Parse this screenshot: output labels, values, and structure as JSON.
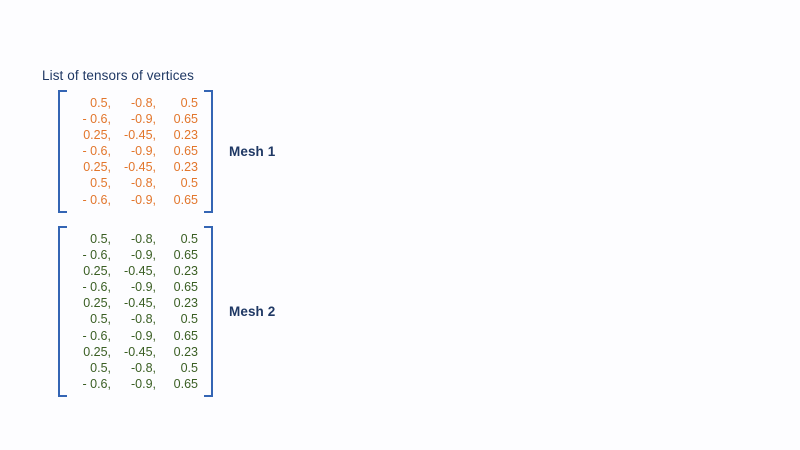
{
  "slide": {
    "title": "List of tensors of vertices",
    "background_color": "#fdfdff",
    "title_color": "#1f3864",
    "bracket_color": "#3465b4",
    "label_color": "#1f3864"
  },
  "tensors": [
    {
      "name": "mesh-1",
      "label": "Mesh 1",
      "text_color": "#e2762c",
      "rows": [
        [
          "0.5,",
          "-0.8,",
          "0.5"
        ],
        [
          "- 0.6,",
          "-0.9,",
          "0.65"
        ],
        [
          "0.25,",
          "-0.45,",
          "0.23"
        ],
        [
          "- 0.6,",
          "-0.9,",
          "0.65"
        ],
        [
          "0.25,",
          "-0.45,",
          "0.23"
        ],
        [
          "0.5,",
          "-0.8,",
          "0.5"
        ],
        [
          "- 0.6,",
          "-0.9,",
          "0.65"
        ]
      ]
    },
    {
      "name": "mesh-2",
      "label": "Mesh 2",
      "text_color": "#3a5e23",
      "rows": [
        [
          "0.5,",
          "-0.8,",
          "0.5"
        ],
        [
          "- 0.6,",
          "-0.9,",
          "0.65"
        ],
        [
          "0.25,",
          "-0.45,",
          "0.23"
        ],
        [
          "- 0.6,",
          "-0.9,",
          "0.65"
        ],
        [
          "0.25,",
          "-0.45,",
          "0.23"
        ],
        [
          "0.5,",
          "-0.8,",
          "0.5"
        ],
        [
          "- 0.6,",
          "-0.9,",
          "0.65"
        ],
        [
          "0.25,",
          "-0.45,",
          "0.23"
        ],
        [
          "0.5,",
          "-0.8,",
          "0.5"
        ],
        [
          "- 0.6,",
          "-0.9,",
          "0.65"
        ]
      ]
    }
  ]
}
